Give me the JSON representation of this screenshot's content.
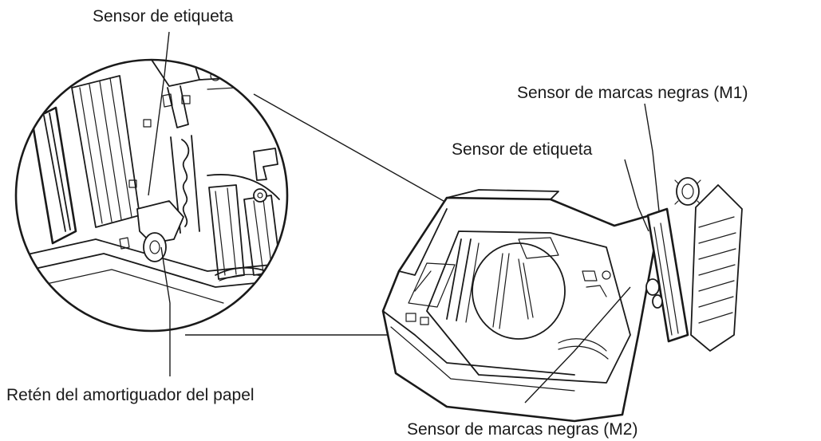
{
  "labels": {
    "label_sensor_top": "Sensor de etiqueta",
    "label_m1": "Sensor de marcas negras (M1)",
    "label_sensor_right": "Sensor de etiqueta",
    "label_reten": "Retén del amortiguador del papel",
    "label_m2": "Sensor de marcas negras (M2)"
  },
  "icons": {
    "zoom": "magnified-detail-circle",
    "printer": "printer-mechanism-drawing"
  }
}
